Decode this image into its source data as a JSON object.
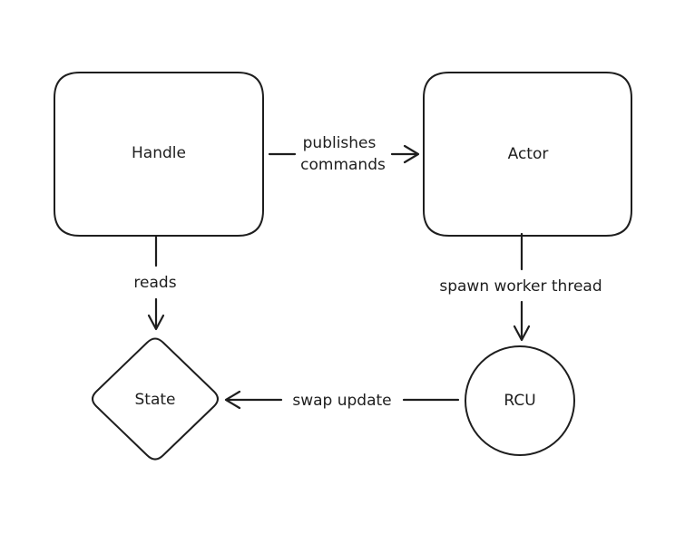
{
  "nodes": {
    "handle": {
      "label": "Handle",
      "shape": "rounded-rectangle"
    },
    "actor": {
      "label": "Actor",
      "shape": "rounded-rectangle"
    },
    "state": {
      "label": "State",
      "shape": "diamond"
    },
    "rcu": {
      "label": "RCU",
      "shape": "circle"
    }
  },
  "edges": {
    "publishes": {
      "from": "Handle",
      "to": "Actor",
      "label_line1": "publishes",
      "label_line2": "commands"
    },
    "reads": {
      "from": "Handle",
      "to": "State",
      "label": "reads"
    },
    "spawn": {
      "from": "Actor",
      "to": "RCU",
      "label": "spawn worker thread"
    },
    "swap": {
      "from": "RCU",
      "to": "State",
      "label": "swap update"
    }
  },
  "style": {
    "stroke_color": "#1e1e1e",
    "background": "#ffffff"
  }
}
